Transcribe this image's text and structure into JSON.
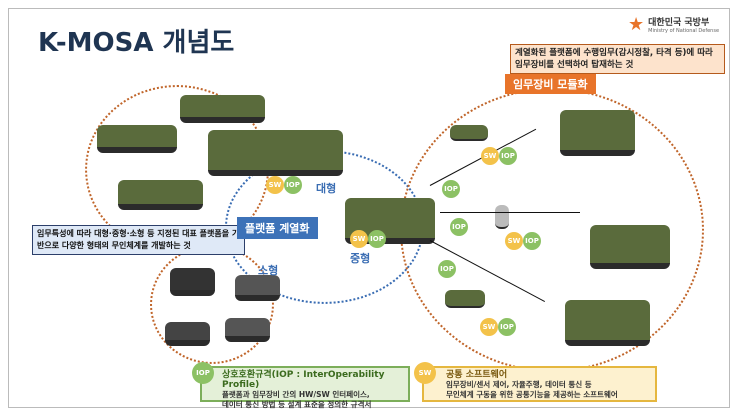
{
  "title": "K-MOSA 개념도",
  "logo": {
    "name": "대한민국 국방부",
    "subtitle": "Ministry of National Defense"
  },
  "module": {
    "description": "계열화된 플랫폼에 수행임무(감시정찰, 타격 등)에 따라 임무장비를 선택하여 탑재하는 것",
    "label": "임무장비 모듈화"
  },
  "platform": {
    "description": "임무특성에 따라 대형·중형·소형 등 지정된 대표 플랫폼을 기반으로 다양한 형태의 무인체계를 개발하는 것",
    "label": "플랫폼 계열화",
    "large": "대형",
    "medium": "중형",
    "small": "소형"
  },
  "badges": {
    "sw": "SW",
    "iop": "IOP"
  },
  "iop_box": {
    "title": "상호호환규격(IOP : InterOperability Profile)",
    "line1": "플랫폼과 임무장비 간의 HW/SW 인터페이스,",
    "line2": "데이터 통신 방법 등 설계 표준을 정의한 규격서"
  },
  "sw_box": {
    "title": "공통 소프트웨어",
    "line1": "임무장비/센서 제어, 자율주행, 데이터 통신 등",
    "line2": "무인체계 구동을 위한 공통기능을 제공하는 소프트웨어"
  }
}
